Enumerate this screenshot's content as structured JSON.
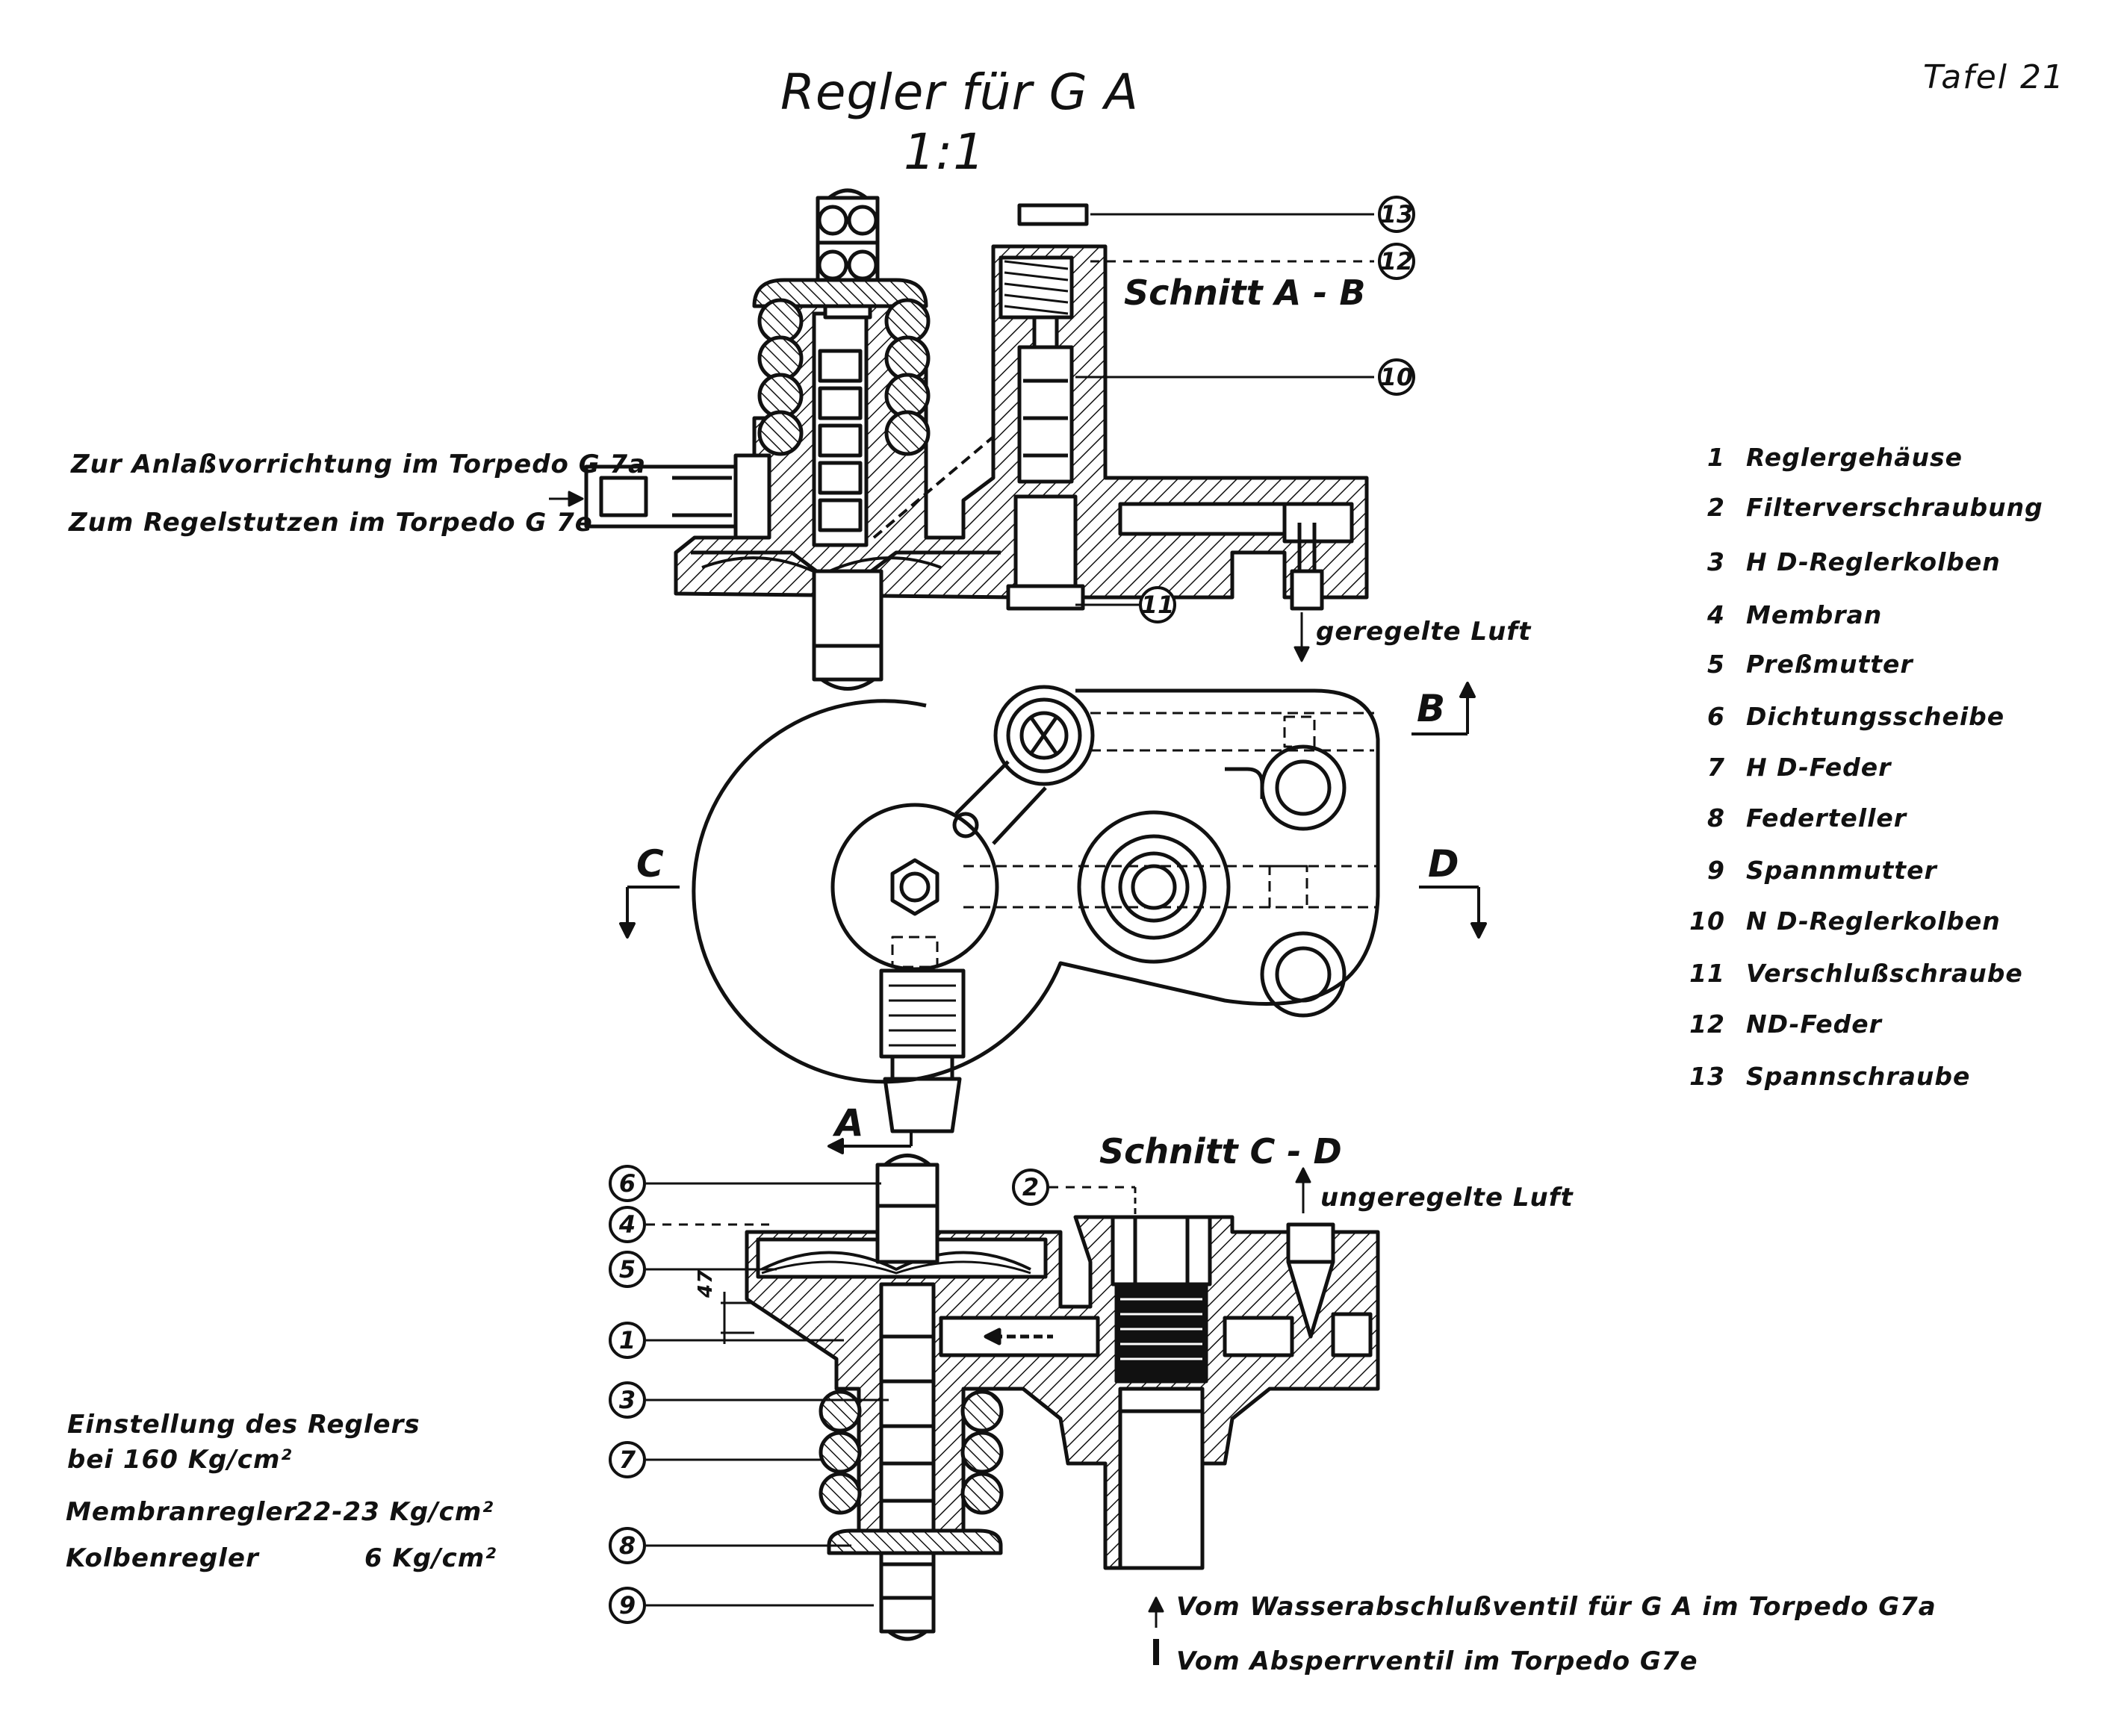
{
  "title": "Regler für G A",
  "scale": "1:1",
  "plate": "Tafel 21",
  "sections": {
    "ab": "Schnitt A - B",
    "cd": "Schnitt C - D"
  },
  "cut_letters": {
    "a": "A",
    "b": "B",
    "c": "C",
    "d": "D"
  },
  "dimension_label": "47",
  "notes": {
    "outlet_line1": "Zur Anlaßvorrichtung im Torpedo G 7a",
    "outlet_line2": "Zum Regelstutzen im Torpedo G 7e",
    "regulated_air": "geregelte Luft",
    "unregulated_air": "ungeregelte Luft",
    "inlet_line1": "Vom Wasserabschlußventil für G A im Torpedo G7a",
    "inlet_line2": "Vom Absperrventil im Torpedo G7e"
  },
  "settings": {
    "heading_line1": "Einstellung des Reglers",
    "heading_line2": "bei 160 Kg/cm²",
    "membrane_label": "Membranregler",
    "membrane_value": "22-23 Kg/cm²",
    "piston_label": "Kolbenregler",
    "piston_value": "6 Kg/cm²"
  },
  "legend": [
    {
      "num": "1",
      "label": "Reglergehäuse"
    },
    {
      "num": "2",
      "label": "Filterverschraubung"
    },
    {
      "num": "3",
      "label": "H D-Reglerkolben"
    },
    {
      "num": "4",
      "label": "Membran"
    },
    {
      "num": "5",
      "label": "Preßmutter"
    },
    {
      "num": "6",
      "label": "Dichtungsscheibe"
    },
    {
      "num": "7",
      "label": "H D-Feder"
    },
    {
      "num": "8",
      "label": "Federteller"
    },
    {
      "num": "9",
      "label": "Spannmutter"
    },
    {
      "num": "10",
      "label": "N D-Reglerkolben"
    },
    {
      "num": "11",
      "label": "Verschlußschraube"
    },
    {
      "num": "12",
      "label": "ND-Feder"
    },
    {
      "num": "13",
      "label": "Spannschraube"
    }
  ],
  "callouts": {
    "c13": "13",
    "c12": "12",
    "c10": "10",
    "c11": "11",
    "c6": "6",
    "c4": "4",
    "c5": "5",
    "c1": "1",
    "c3": "3",
    "c7": "7",
    "c8": "8",
    "c9": "9",
    "c2": "2"
  }
}
